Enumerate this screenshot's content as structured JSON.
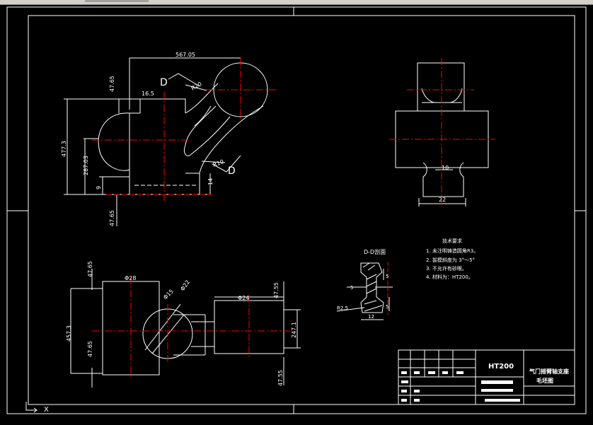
{
  "drawing": {
    "dims": {
      "overall_width": "567.05",
      "top_offset": "47.65",
      "hub_offset": "16.5",
      "radius_large": "R20",
      "radius_fillet": "R10",
      "total_height": "477.3",
      "mid_height": "287.03",
      "small_9": "9",
      "small_14": "14",
      "bottom_offset": "47.65",
      "section_width_10": "10",
      "section_width_22": "22",
      "top_left_4765": "47.65",
      "dia_28": "Φ28",
      "dia_15": "Φ15",
      "dia_22": "Φ22",
      "dia_24": "Φ24",
      "right_47_55": "47.55",
      "height_4573": "457.3",
      "mid_4765": "47.65",
      "height_2471": "247.1",
      "right_4755_b": "47.55",
      "sec_5a": "5",
      "sec_5b": "5",
      "sec_5c": "5",
      "sec_r25": "R2.5",
      "sec_12": "12"
    },
    "section_markers": {
      "d_upper": "D",
      "d_lower": "D"
    },
    "section_title": "D-D剖面",
    "tech_requirements": {
      "title": "技术要求",
      "items": [
        "1. 未注明铸造圆角R3。",
        "2. 拔模斜度为 3°～5°",
        "3. 不允许有砂眼。",
        "4. 材料为：HT200。"
      ]
    },
    "title_block": {
      "material": "HT200",
      "part_name_line1": "气门摇臂轴支座",
      "part_name_line2": "毛坯图"
    },
    "ucs_label": "X"
  },
  "colors": {
    "background": "#000000",
    "lines": "#ffffff",
    "centerline": "#ff0000"
  }
}
